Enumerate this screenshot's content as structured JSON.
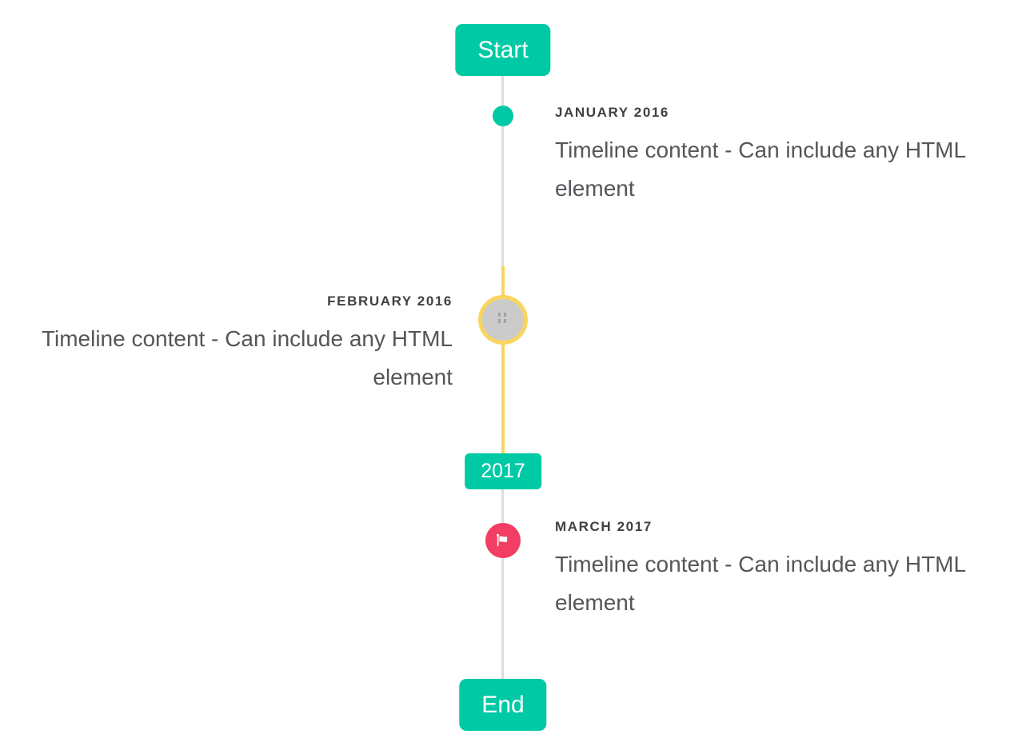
{
  "colors": {
    "accent_teal": "#00C9A5",
    "accent_yellow": "#FAD55E",
    "accent_red": "#F23E62",
    "line_gray": "#DDDDDD",
    "circle_gray_fill": "#CBCBCB",
    "glyph_gray": "#9B9B9B",
    "label_color": "#3F4043",
    "content_color": "#55565A"
  },
  "timeline": {
    "start_label": "Start",
    "end_label": "End",
    "year_badge": "2017",
    "items": [
      {
        "date": "JANUARY 2016",
        "content": "Timeline content - Can include any HTML element",
        "side": "right",
        "marker": "teal-dot"
      },
      {
        "date": "FEBRUARY 2016",
        "content": "Timeline content - Can include any HTML element",
        "side": "left",
        "marker": "yellow-circle-with-broken-image"
      },
      {
        "date": "MARCH 2017",
        "content": "Timeline content - Can include any HTML element",
        "side": "right",
        "marker": "red-flag-circle"
      }
    ]
  }
}
